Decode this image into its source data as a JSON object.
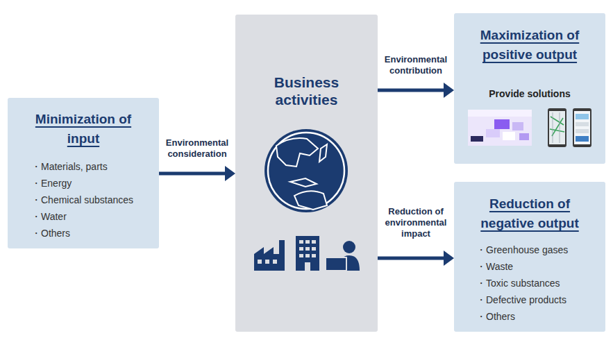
{
  "diagram": {
    "nodes": [
      {
        "text": [
          "Minimization of input",
          "・Materials, parts",
          "・Energy",
          "・Chemical substances",
          "・Water",
          "・Others"
        ]
      },
      {
        "text": [
          "Business activities"
        ]
      },
      {
        "text": [
          "Maximization of positive output",
          "Provide solutions"
        ]
      },
      {
        "text": [
          "Reduction of negative output",
          "・Greenhouse gases",
          "・Waste",
          "・Toxic substances",
          "・Defective products",
          "・Others"
        ]
      }
    ],
    "edges": [
      {
        "from": 0,
        "to": 1,
        "arrow": "to",
        "label": "Environmental consideration"
      },
      {
        "from": 1,
        "to": 2,
        "arrow": "to",
        "label": "Environmental contribution"
      },
      {
        "from": 1,
        "to": 3,
        "arrow": "to",
        "label": "Reduction of environmental impact"
      }
    ]
  }
}
